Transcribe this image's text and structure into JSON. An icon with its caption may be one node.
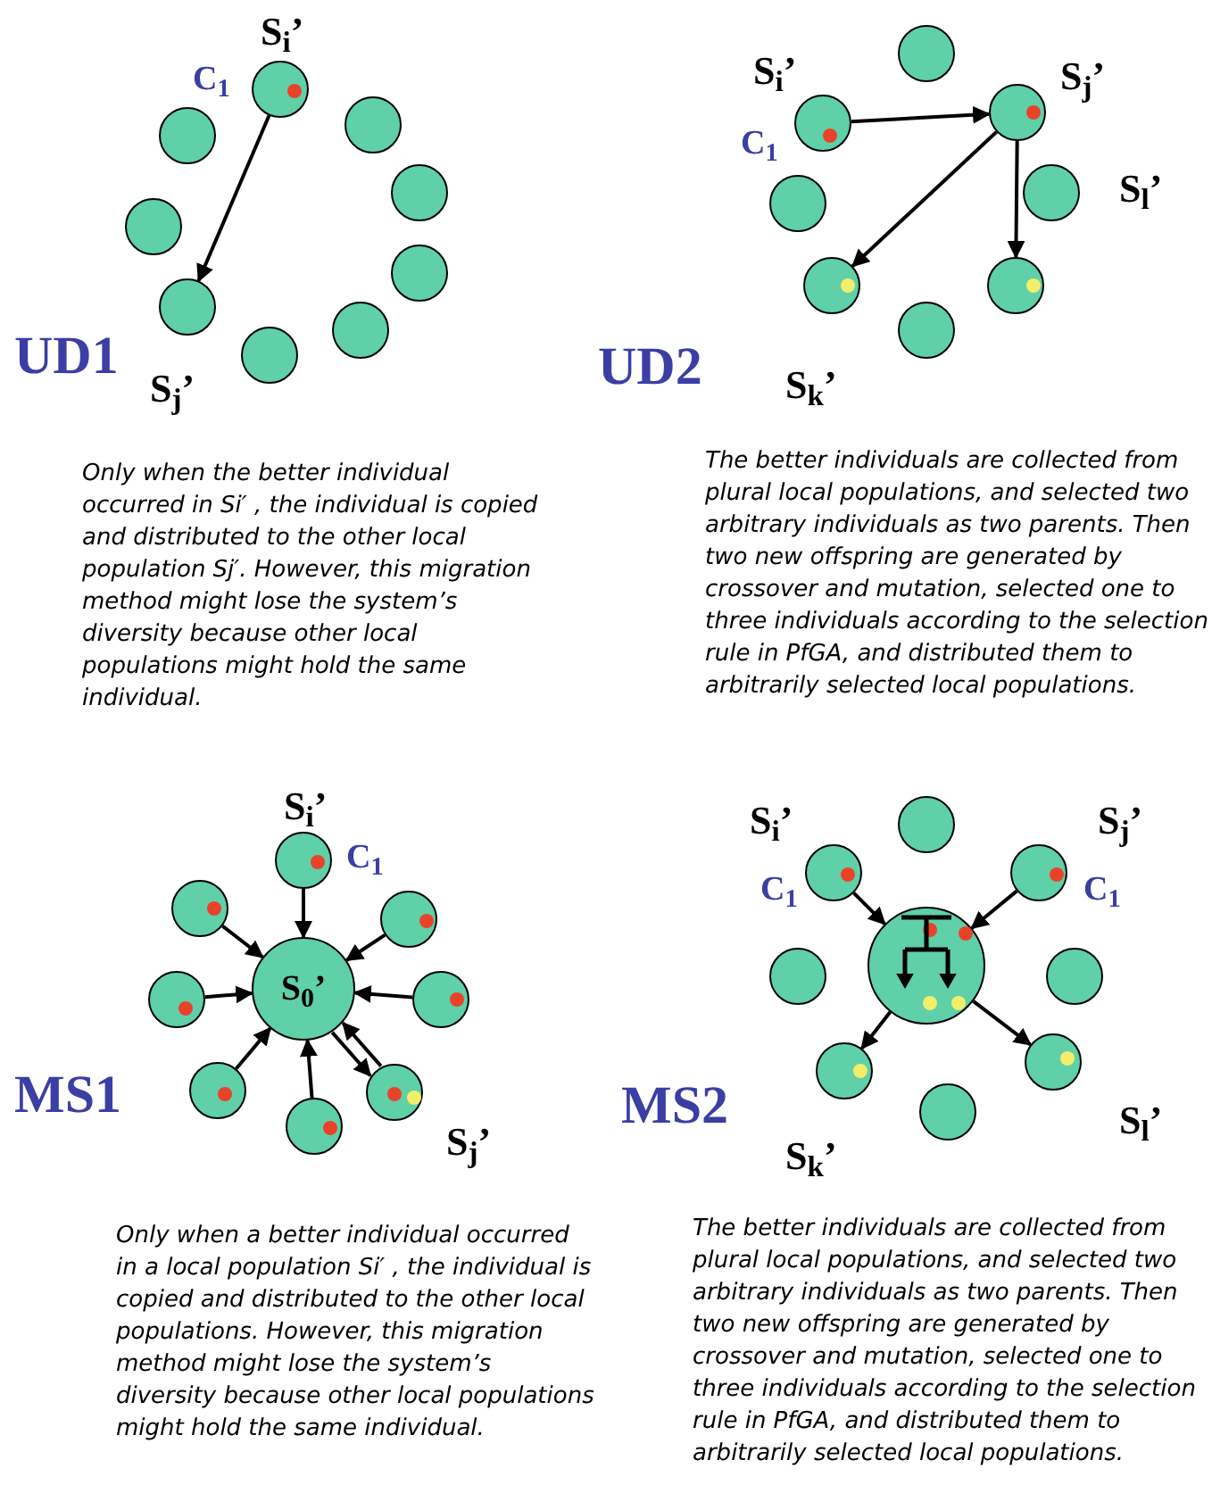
{
  "diagram": {
    "nodes": [
      {
        "text": [],
        "shape": "circle"
      },
      {
        "text": [],
        "shape": "circle"
      },
      {
        "text": [],
        "shape": "circle"
      },
      {
        "text": [],
        "shape": "circle"
      },
      {
        "text": [],
        "shape": "circle"
      },
      {
        "text": [],
        "shape": "circle"
      },
      {
        "text": [],
        "shape": "circle"
      },
      {
        "text": [],
        "shape": "circle"
      },
      {
        "text": [],
        "shape": "circle"
      },
      {
        "text": [],
        "shape": "circle"
      },
      {
        "text": [],
        "shape": "circle"
      },
      {
        "text": [],
        "shape": "circle"
      },
      {
        "text": [],
        "shape": "circle"
      },
      {
        "text": [],
        "shape": "circle"
      },
      {
        "text": [],
        "shape": "circle"
      },
      {
        "text": [],
        "shape": "circle"
      },
      {
        "text": [],
        "shape": "circle"
      },
      {
        "text": [],
        "shape": "circle"
      },
      {
        "text": [],
        "shape": "circle"
      },
      {
        "text": [],
        "shape": "circle"
      },
      {
        "text": [],
        "shape": "circle"
      },
      {
        "text": [
          "S$_{0}$’"
        ]
      },
      {
        "text": [],
        "shape": "circle"
      },
      {
        "text": [],
        "shape": "circle"
      },
      {
        "text": [],
        "shape": "circle"
      },
      {
        "text": [],
        "shape": "circle"
      },
      {
        "text": [],
        "shape": "circle"
      },
      {
        "text": [],
        "shape": "circle"
      },
      {
        "text": [],
        "shape": "circle"
      },
      {
        "text": [],
        "shape": "circle"
      },
      {
        "text": [],
        "shape": "circle"
      },
      {
        "text": [],
        "shape": "circle"
      },
      {
        "text": [],
        "shape": "circle"
      },
      {
        "text": [],
        "shape": "circle"
      },
      {
        "text": [],
        "shape": "circle"
      }
    ],
    "edges": [
      {
        "from": 0,
        "to": 6,
        "arrow": "to"
      },
      {
        "from": 10,
        "to": 11,
        "arrow": "to"
      },
      {
        "from": 11,
        "to": 14,
        "arrow": "to"
      },
      {
        "from": 11,
        "to": 15,
        "arrow": "to"
      },
      {
        "from": 17,
        "to": 21,
        "arrow": "to"
      },
      {
        "from": 18,
        "to": 21,
        "arrow": "to"
      },
      {
        "from": 19,
        "to": 21,
        "arrow": "to"
      },
      {
        "from": 20,
        "to": 21,
        "arrow": "to"
      },
      {
        "from": 22,
        "to": 21,
        "arrow": "to"
      },
      {
        "from": 23,
        "to": 21,
        "arrow": "to"
      },
      {
        "from": 25,
        "to": 21,
        "arrow": "to"
      },
      {
        "from": 24,
        "to": 21,
        "arrow": "to"
      },
      {
        "from": 21,
        "to": 24,
        "arrow": "to"
      },
      {
        "from": 27,
        "to": 30,
        "arrow": "to"
      },
      {
        "from": 28,
        "to": 30,
        "arrow": "to"
      },
      {
        "from": 30,
        "to": 32,
        "arrow": "to"
      },
      {
        "from": 30,
        "to": 33,
        "arrow": "to"
      }
    ],
    "labels": [
      "S$_{i}$’",
      "C$_{1}$",
      "UD1",
      "S$_{j}$’",
      "Only when the better individual occurred in Si′ , the individual is copied and distributed to the other local population Sj′. However, this migration method might lose the system’s diversity because other local populations might hold the same individual.",
      "S$_{i}$’",
      "S$_{j}$’",
      "C$_{1}$",
      "S$_{l}$’",
      "UD2",
      "S$_{k}$’",
      "The better individuals are collected from plural local populations, and selected two arbitrary individuals as two parents. Then two new offspring are generated by crossover and mutation, selected one to three individuals according to the selection rule in PfGA, and distributed them to arbitrarily selected local populations.",
      "S$_{i}$’",
      "C$_{1}$",
      "MS1",
      "S$_{j}$’",
      "Only when a better individual occurred in a local population Si′ , the individual is copied and distributed to the other local populations. However, this migration method might lose the system’s diversity because other local populations might hold the same individual.",
      "S$_{i}$’",
      "S$_{j}$’",
      "C$_{1}$",
      "C$_{1}$",
      "MS2",
      "S$_{l}$’",
      "S$_{k}$’",
      "The better individuals are collected from plural local populations, and selected two arbitrary individuals as two parents. Then two new offspring are generated by crossover and mutation, selected one to three individuals according to the selection rule in PfGA, and distributed them to arbitrarily selected local populations."
    ]
  }
}
